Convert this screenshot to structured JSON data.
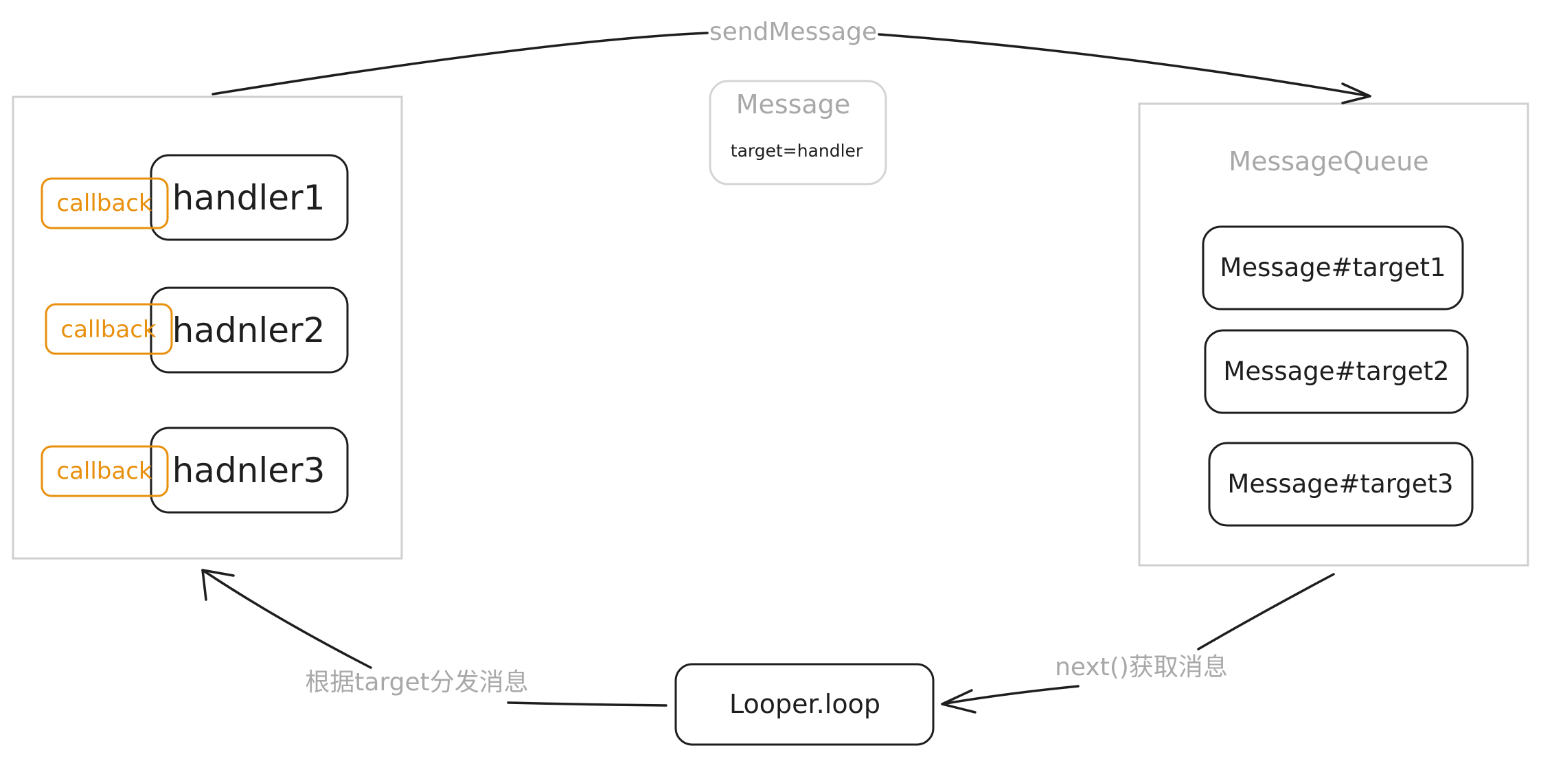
{
  "colors": {
    "stroke": "#1e1e1e",
    "gray": "#a8a8a8",
    "orange": "#e8900c",
    "panel_border": "#cfcfcf"
  },
  "arrows": {
    "send_label": "sendMessage",
    "next_label": "next()获取消息",
    "dispatch_label": "根据target分发消息"
  },
  "message_box": {
    "title": "Message",
    "subtitle": "target=handler"
  },
  "handlers": [
    {
      "callback": "callback",
      "label": "handler1"
    },
    {
      "callback": "callback",
      "label": "hadnler2"
    },
    {
      "callback": "callback",
      "label": "hadnler3"
    }
  ],
  "queue": {
    "title": "MessageQueue",
    "items": [
      "Message#target1",
      "Message#target2",
      "Message#target3"
    ]
  },
  "looper": {
    "label": "Looper.loop"
  }
}
